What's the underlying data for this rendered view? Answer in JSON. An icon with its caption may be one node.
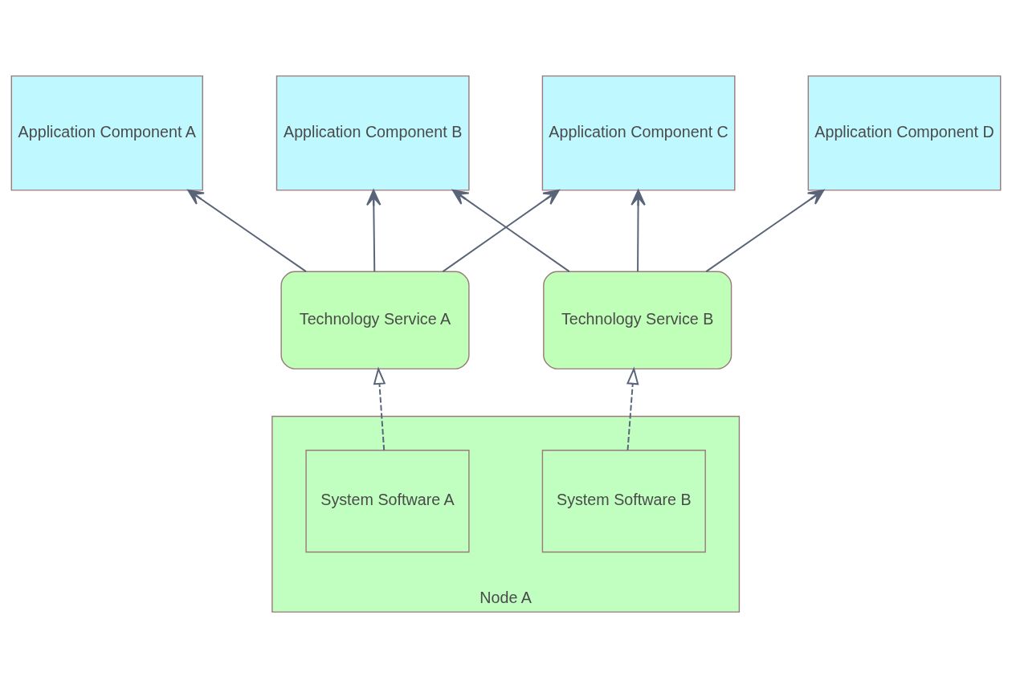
{
  "diagram": {
    "nodes": [
      {
        "text": [
          "Application Component A"
        ]
      },
      {
        "text": [
          "Application Component B"
        ]
      },
      {
        "text": [
          "Application Component C"
        ]
      },
      {
        "text": [
          "Application Component D"
        ]
      },
      {
        "text": [
          "Technology Service A"
        ]
      },
      {
        "text": [
          "Technology Service B"
        ]
      },
      {
        "text": [
          "Node A"
        ]
      },
      {
        "text": [
          "System Software A"
        ],
        "in": 6
      },
      {
        "text": [
          "System Software B"
        ],
        "in": 6
      }
    ],
    "edges": [
      {
        "from": 4,
        "to": 0,
        "arrow": "to"
      },
      {
        "from": 4,
        "to": 1,
        "arrow": "to"
      },
      {
        "from": 4,
        "to": 2,
        "arrow": "to"
      },
      {
        "from": 5,
        "to": 1,
        "arrow": "to"
      },
      {
        "from": 5,
        "to": 2,
        "arrow": "to"
      },
      {
        "from": 5,
        "to": 3,
        "arrow": "to"
      },
      {
        "from": 7,
        "to": 4,
        "arrow": "to",
        "style": "dashed"
      },
      {
        "from": 8,
        "to": 5,
        "arrow": "to",
        "style": "dashed"
      }
    ]
  }
}
